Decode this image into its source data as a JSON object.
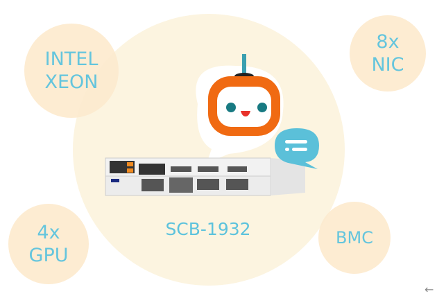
{
  "features": {
    "cpu": "INTEL\nXEON",
    "nic": "8x\nNIC",
    "gpu": "4x\nGPU",
    "bmc": "BMC"
  },
  "product": {
    "name": "SCB-1932"
  },
  "nav": {
    "back_icon": "←"
  },
  "colors": {
    "accent": "#5cc2dc",
    "robot": "#f06a12",
    "circle": "#fcf4e0"
  }
}
